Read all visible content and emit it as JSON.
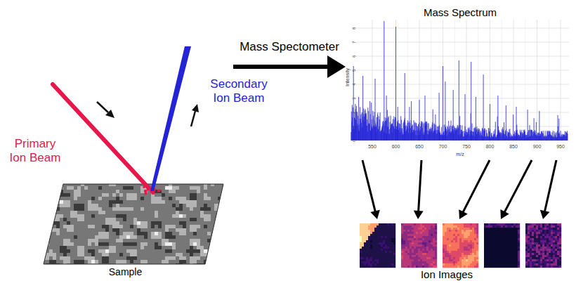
{
  "diagram": {
    "nodes": [
      {
        "text": [
          "Sample"
        ]
      },
      {
        "text": [
          "Mass Spectrum"
        ]
      },
      {
        "text": [
          "Ion Images"
        ]
      }
    ],
    "edges": [
      {
        "from": 0,
        "to": 1,
        "arrow": "to",
        "label": "Mass Spectometer"
      },
      {
        "from": 1,
        "to": 2,
        "arrow": "to"
      },
      {
        "from": 1,
        "to": 2,
        "arrow": "to"
      },
      {
        "from": 1,
        "to": 2,
        "arrow": "to"
      },
      {
        "from": 1,
        "to": 2,
        "arrow": "to"
      },
      {
        "from": 1,
        "to": 2,
        "arrow": "to"
      }
    ],
    "labels": [
      "Primary Ion Beam",
      "Secondary Ion Beam",
      "Intensity",
      "m/z",
      "0",
      "1",
      "2",
      "3",
      "4",
      "5",
      "6",
      "7",
      "8",
      "550",
      "600",
      "650",
      "700",
      "750",
      "800",
      "850",
      "900",
      "950"
    ]
  }
}
